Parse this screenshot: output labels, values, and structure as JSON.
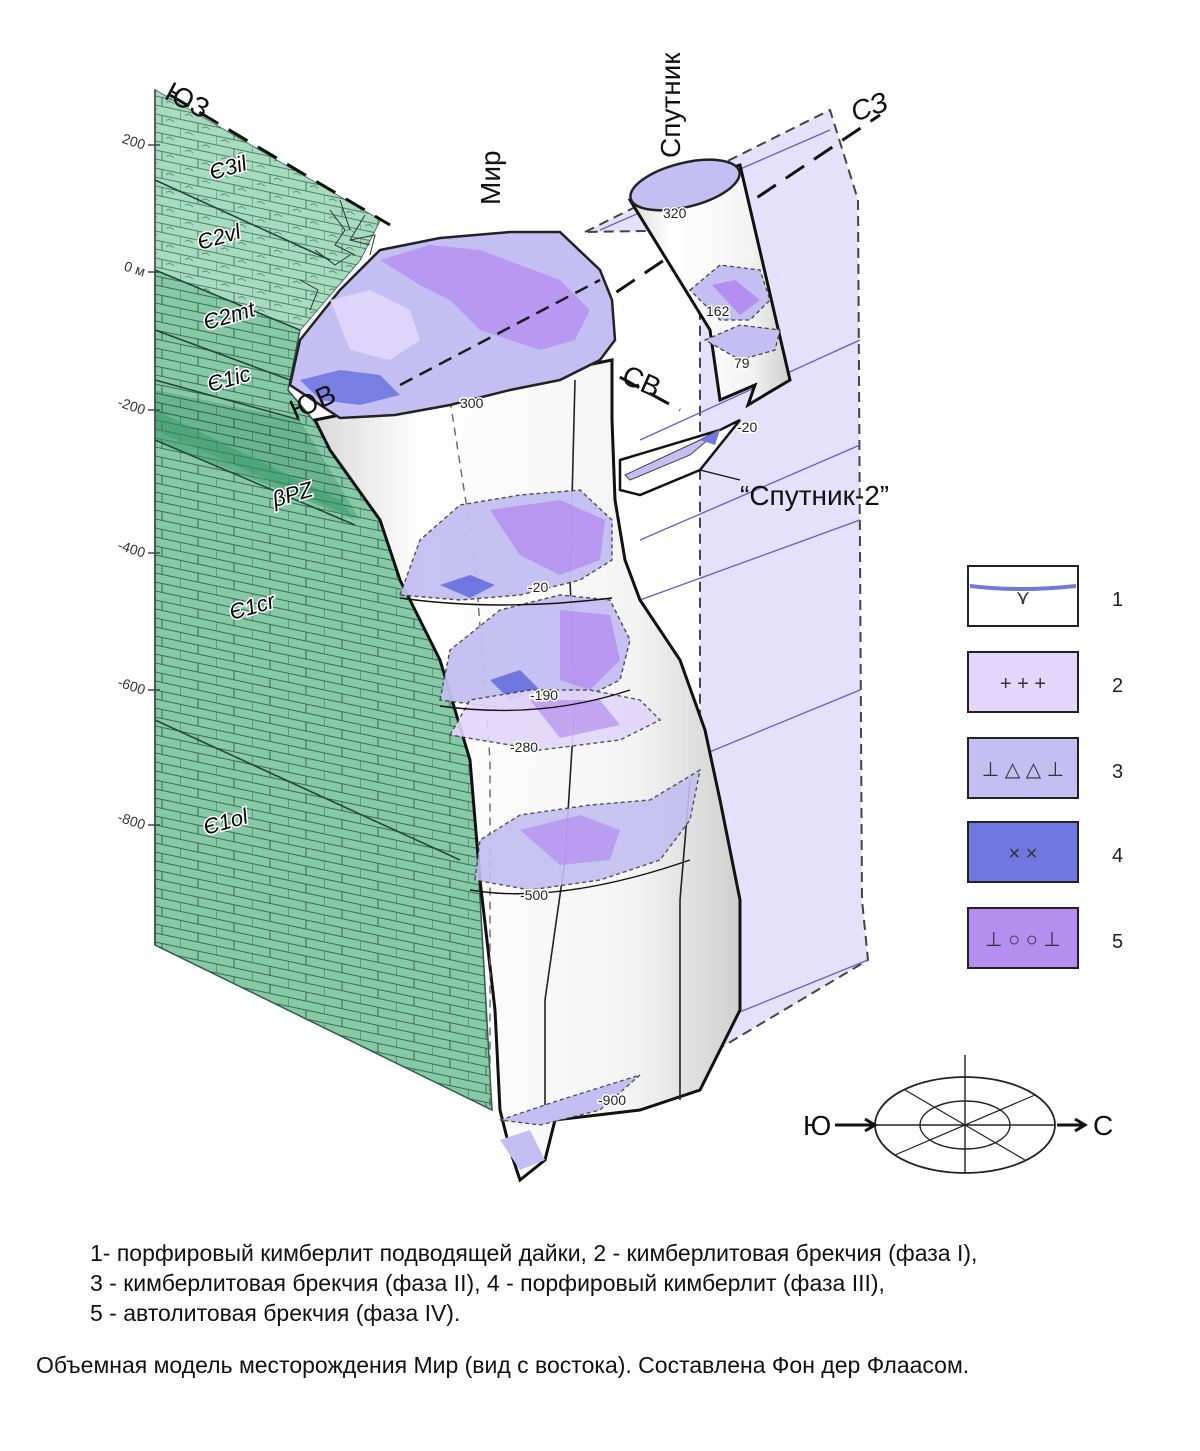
{
  "diagram": {
    "direction_labels": {
      "sw": "ЮЗ",
      "nw": "СЗ",
      "se": "ЮВ",
      "ne": "СВ"
    },
    "pipe_labels": {
      "mir": "Мир",
      "sputnik": "Спутник",
      "sputnik2": "“Спутник-2”"
    },
    "depth_ticks": [
      "200",
      "0 м",
      "-200",
      "-400",
      "-600",
      "-800"
    ],
    "stratigraphy": [
      {
        "label": "Є3il"
      },
      {
        "label": "Є2vl"
      },
      {
        "label": "Є2mt"
      },
      {
        "label": "Є1ic"
      },
      {
        "label": "βPZ"
      },
      {
        "label": "Є1cr"
      },
      {
        "label": "Є1ol"
      }
    ],
    "section_levels": [
      "300",
      "-20",
      "-190",
      "-280",
      "-500",
      "-900",
      "320",
      "162",
      "79",
      "-20"
    ],
    "compass": {
      "south": "Ю",
      "north": "С"
    },
    "colors": {
      "strata": "#86c9a6",
      "strata_dark": "#3e9a6c",
      "back_wall": "#e6e1fb",
      "phase1": "#ffffff",
      "phase2": "#e2d6fa",
      "phase3": "#c3bff2",
      "phase4": "#6f78e0",
      "phase5": "#b58ff0"
    },
    "legend": [
      {
        "number": "1",
        "symbols": "⋎"
      },
      {
        "number": "2",
        "symbols": "+ + +"
      },
      {
        "number": "3",
        "symbols": "⊥ △ △ ⊥"
      },
      {
        "number": "4",
        "symbols": "× ×"
      },
      {
        "number": "5",
        "symbols": "⊥ ○ ○ ⊥"
      }
    ]
  },
  "legend_text": [
    "1- порфировый кимберлит подводящей дайки, 2 - кимберлитовая брекчия (фаза I),",
    "3 - кимберлитовая брекчия (фаза II), 4 - порфировый кимберлит (фаза III),",
    "5 - автолитовая брекчия (фаза IV)."
  ],
  "caption": "Объемная модель месторождения Мир (вид с востока). Составлена Фон дер Флаасом."
}
